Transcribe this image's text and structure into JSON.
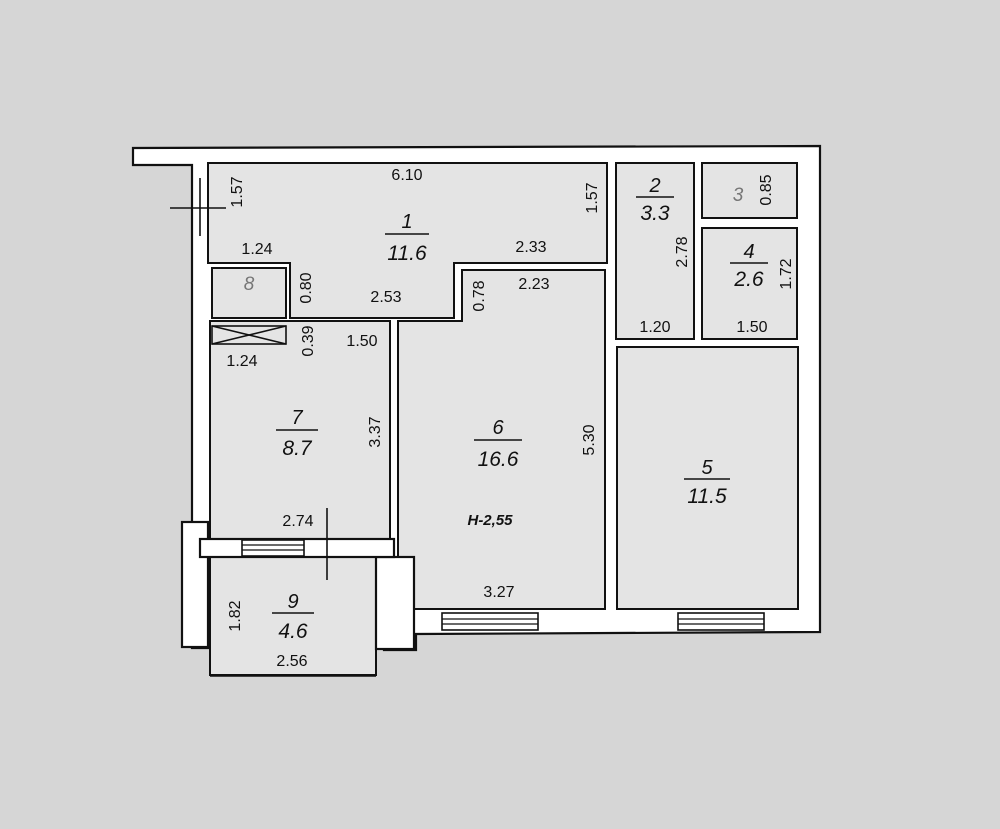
{
  "rooms": [
    {
      "id": "1",
      "number": "1",
      "area": "11.6"
    },
    {
      "id": "2",
      "number": "2",
      "area": "3.3"
    },
    {
      "id": "3",
      "number": "3"
    },
    {
      "id": "4",
      "number": "4",
      "area": "2.6"
    },
    {
      "id": "5",
      "number": "5",
      "area": "11.5"
    },
    {
      "id": "6",
      "number": "6",
      "area": "16.6"
    },
    {
      "id": "7",
      "number": "7",
      "area": "8.7"
    },
    {
      "id": "8",
      "number": "8"
    },
    {
      "id": "9",
      "number": "9",
      "area": "4.6"
    }
  ],
  "ceiling_height": "H-2,55",
  "dimensions": {
    "d610": "6.10",
    "d157a": "1.57",
    "d157b": "1.57",
    "d124a": "1.24",
    "d233": "2.33",
    "d080": "0.80",
    "d253": "2.53",
    "d078": "0.78",
    "d223": "2.23",
    "d039": "0.39",
    "d150a": "1.50",
    "d124b": "1.24",
    "d337": "3.37",
    "d530": "5.30",
    "d274": "2.74",
    "d327": "3.27",
    "d182": "1.82",
    "d256": "2.56",
    "d278": "2.78",
    "d120": "1.20",
    "d085": "0.85",
    "d172": "1.72",
    "d150b": "1.50"
  }
}
